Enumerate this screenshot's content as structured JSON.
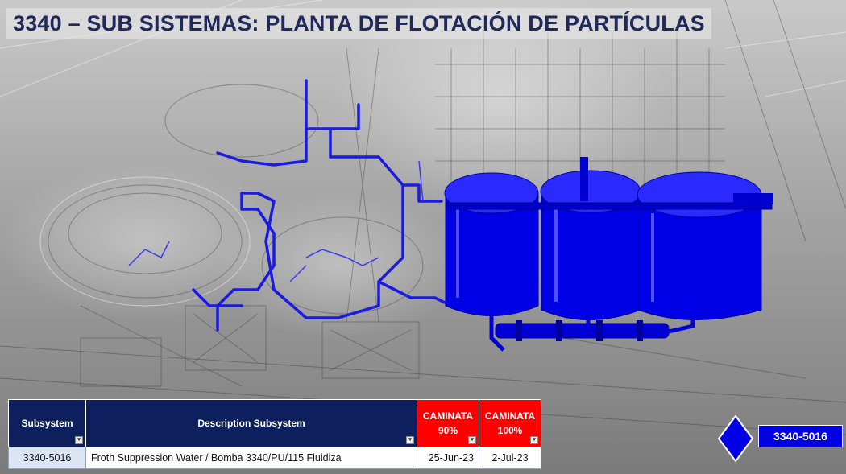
{
  "title": "3340 – SUB SISTEMAS: PLANTA DE FLOTACIÓN DE PARTÍCULAS",
  "table": {
    "headers": {
      "subsystem": "Subsystem",
      "description": "Description Subsystem",
      "caminata90_line1": "CAMINATA",
      "caminata90_line2": "90%",
      "caminata100_line1": "CAMINATA",
      "caminata100_line2": "100%"
    },
    "rows": [
      {
        "subsystem": "3340-5016",
        "description": "Froth Suppression Water / Bomba 3340/PU/115 Fluidiza",
        "caminata90": "25-Jun-23",
        "caminata100": "2-Jul-23"
      }
    ]
  },
  "badge": "3340-5016",
  "colors": {
    "title": "#1f2a5a",
    "header_navy": "#0d1f5c",
    "header_red": "#ff0000",
    "model_blue": "#0000e6",
    "badge_blue": "#0000e0"
  },
  "icons": {
    "diamond": "diamond-icon",
    "filter": "filter-dropdown-icon"
  }
}
